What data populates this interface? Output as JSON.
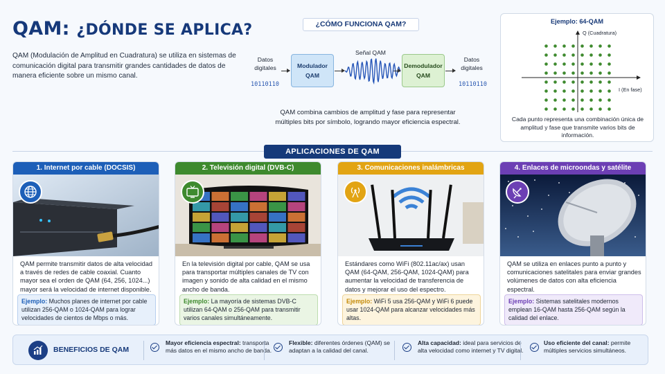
{
  "header": {
    "title": "QAM: ",
    "title_rest": "¿DÓNDE SE APLICA?",
    "intro": "QAM (Modulación de Amplitud en Cuadratura) se utiliza en sistemas de comunicación digital para transmitir grandes cantidades de datos de manera eficiente sobre un mismo canal."
  },
  "how": {
    "title": "¿CÓMO FUNCIONA QAM?",
    "input_label": "Datos digitales",
    "input_bits": "10110110",
    "modulator": "Modulador QAM",
    "signal_label": "Señal QAM",
    "demodulator": "Demodulador QAM",
    "output_label": "Datos digitales",
    "output_bits": "10110110",
    "caption": "QAM combina cambios de amplitud y fase para representar múltiples bits por símbolo, logrando mayor eficiencia espectral."
  },
  "constellation": {
    "title": "Ejemplo: 64-QAM",
    "q_label": "Q (Cuadratura)",
    "i_label": "I (En fase)",
    "grid_size": 8,
    "dot_color": "#3e8a2e",
    "caption": "Cada punto representa una combinación única de amplitud y fase que transmite varios bits de información."
  },
  "apps": {
    "title": "APLICACIONES DE QAM",
    "cards": [
      {
        "title": "1. Internet por cable (DOCSIS)",
        "color": "#1d5fb8",
        "icon": "globe-icon",
        "desc": "QAM permite transmitir datos de alta velocidad a través de redes de cable coaxial. Cuanto mayor sea el orden de QAM (64, 256, 1024...) mayor será la velocidad de internet disponible.",
        "example_label": "Ejemplo:",
        "example": " Muchos planes de internet por cable utilizan 256-QAM o 1024-QAM para lograr velocidades de cientos de Mbps o más.",
        "example_bg": "#e7f0fb",
        "example_border": "#b7cfee"
      },
      {
        "title": "2. Televisión digital (DVB-C)",
        "color": "#3e8a2e",
        "icon": "tv-icon",
        "desc": "En la televisión digital por cable, QAM se usa para transportar múltiples canales de TV con imagen y sonido de alta calidad en el mismo ancho de banda.",
        "example_label": "Ejemplo:",
        "example": " La mayoría de sistemas DVB-C utilizan 64-QAM o 256-QAM para transmitir varios canales simultáneamente.",
        "example_bg": "#eaf5e4",
        "example_border": "#bcdcae"
      },
      {
        "title": "3. Comunicaciones inalámbricas",
        "color": "#e2a413",
        "icon": "antenna-icon",
        "desc": "Estándares como WiFi (802.11ac/ax) usan QAM (64-QAM, 256-QAM, 1024-QAM) para aumentar la velocidad de transferencia de datos y mejorar el uso del espectro.",
        "example_label": "Ejemplo:",
        "example": " WiFi 5 usa 256-QAM y WiFi 6 puede usar 1024-QAM para alcanzar velocidades más altas.",
        "example_bg": "#fdf4de",
        "example_border": "#eed49a"
      },
      {
        "title": "4. Enlaces de microondas y satélite",
        "color": "#6c3fb4",
        "icon": "satellite-icon",
        "desc": "QAM se utiliza en enlaces punto a punto y comunicaciones satelitales para enviar grandes volúmenes de datos con alta eficiencia espectral.",
        "example_label": "Ejemplo:",
        "example": " Sistemas satelitales modernos emplean 16-QAM hasta 256-QAM según la calidad del enlace.",
        "example_bg": "#f0eafa",
        "example_border": "#cdbdea"
      }
    ]
  },
  "benefits": {
    "title": "BENEFICIOS DE QAM",
    "items": [
      {
        "label": "Mayor eficiencia espectral:",
        "text": " transporta más datos en el mismo ancho de banda."
      },
      {
        "label": "Flexible:",
        "text": " diferentes órdenes (QAM) se adaptan a la calidad del canal."
      },
      {
        "label": "Alta capacidad:",
        "text": " ideal para servicios de alta velocidad como internet y TV digital."
      },
      {
        "label": "Uso eficiente del canal:",
        "text": " permite múltiples servicios simultáneos."
      }
    ]
  }
}
